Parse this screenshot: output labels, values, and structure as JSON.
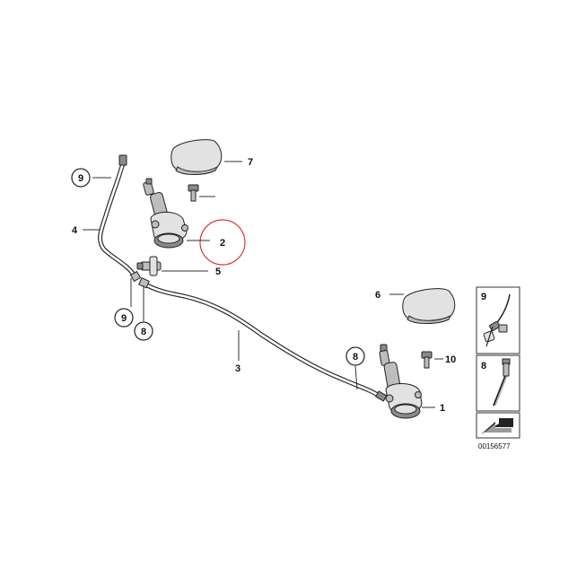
{
  "callouts": {
    "c1": "1",
    "c2": "2",
    "c3": "3",
    "c4": "4",
    "c5": "5",
    "c6": "6",
    "c7": "7",
    "c8a": "8",
    "c8b": "8",
    "c9a": "9",
    "c9b": "9",
    "c10": "10"
  },
  "legend": {
    "top_label": "9",
    "bottom_label": "8"
  },
  "catalog_number": "00156577",
  "highlight_color": "#d9362e"
}
